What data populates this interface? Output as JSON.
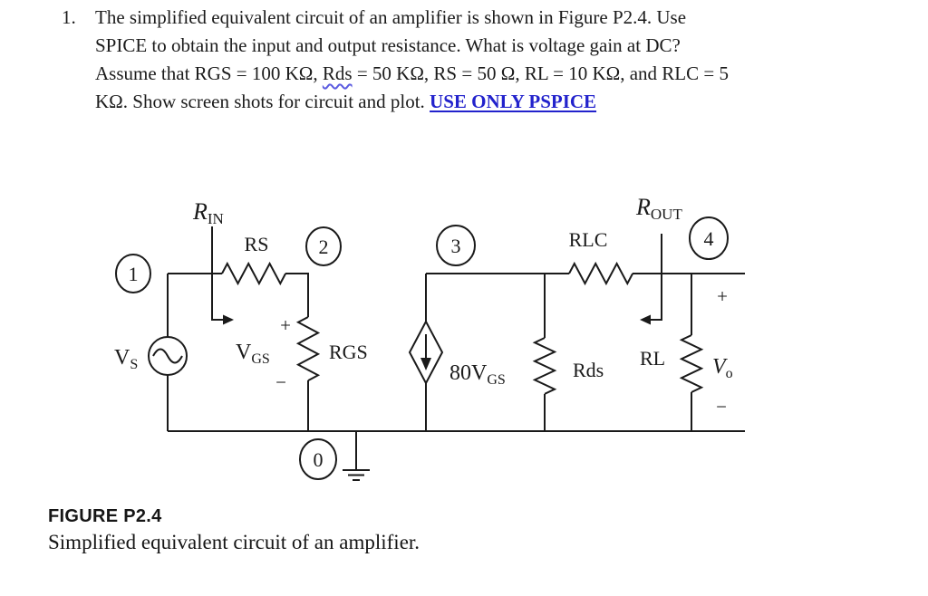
{
  "problem": {
    "number": "1.",
    "line1": "The simplified equivalent circuit of an amplifier is shown in Figure P2.4. Use",
    "line2": "SPICE to obtain the input and output resistance. What is voltage gain at DC?",
    "line3_pre": "Assume that RGS = 100 KΩ, ",
    "line3_spell": "Rds",
    "line3_post": " = 50 KΩ, RS = 50 Ω, RL = 10 KΩ, and RLC = 5",
    "line4_pre": "KΩ. Show screen shots for circuit and plot. ",
    "line4_link": "USE ONLY PSPICE",
    "link_color": "#2222cc",
    "spell_squiggle_color": "#5b5be0"
  },
  "figure": {
    "caption_label": "FIGURE P2.4",
    "caption_text": "Simplified equivalent circuit of an amplifier.",
    "nodes": {
      "n1": "1",
      "n2": "2",
      "n3": "3",
      "n4": "4",
      "n0": "0"
    },
    "labels": {
      "rin_main": "R",
      "rin_sub": "IN",
      "rout_main": "R",
      "rout_sub": "OUT",
      "rs": "RS",
      "rlc": "RLC",
      "rgs": "RGS",
      "rds": "Rds",
      "rl": "RL",
      "vs_main": "V",
      "vs_sub": "S",
      "vgs_main": "V",
      "vgs_sub": "GS",
      "dep_main": "80V",
      "dep_sub": "GS",
      "vo_main": "V",
      "vo_sub": "o",
      "vgs_plus": "+",
      "vgs_minus": "−",
      "vo_plus": "+",
      "vo_minus": "−"
    }
  }
}
